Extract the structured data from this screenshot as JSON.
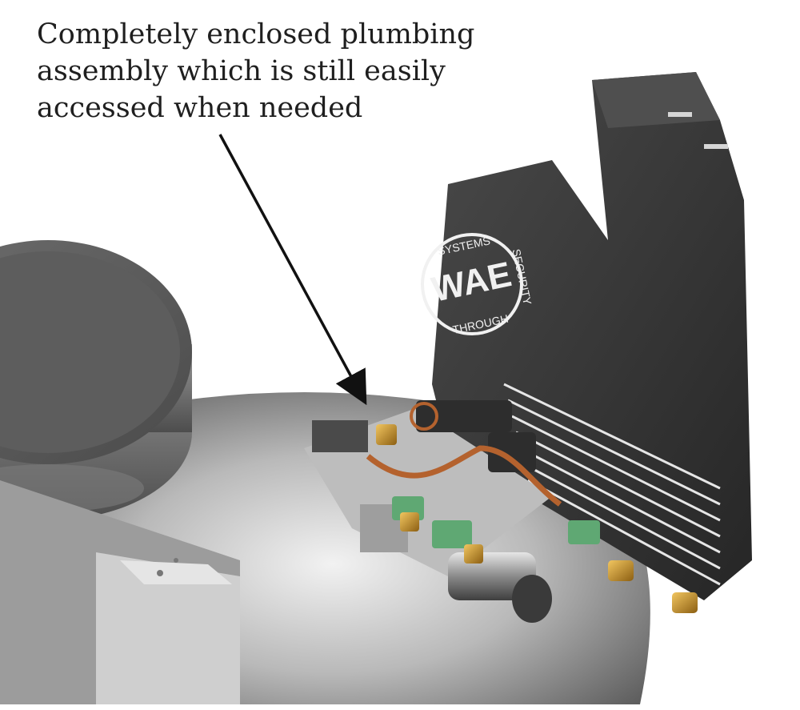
{
  "annotation": {
    "lines": [
      "Completely enclosed plumbing",
      "assembly which is still easily",
      "accessed when needed"
    ]
  },
  "logo": {
    "center_text": "WAE",
    "ring_top": "SYSTEMS",
    "ring_right": "SECURITY",
    "ring_bottom": "THROUGH"
  },
  "colors": {
    "housing": "#3a3a3a",
    "plate": "#c9c9c9",
    "fitting_green": "#5fa873",
    "brass": "#c9922b",
    "copper": "#b4622e"
  }
}
